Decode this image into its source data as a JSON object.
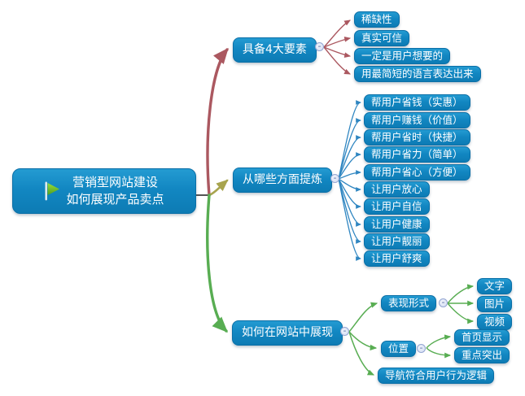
{
  "root": {
    "line1": "营销型网站建设",
    "line2": "如何展现产品卖点"
  },
  "b1": {
    "label": "具备4大要素",
    "leaves": [
      "稀缺性",
      "真实可信",
      "一定是用户想要的",
      "用最简短的语言表达出来"
    ]
  },
  "b2": {
    "label": "从哪些方面提炼",
    "leaves": [
      "帮用户省钱（实惠）",
      "帮用户赚钱（价值）",
      "帮用户省时（快捷）",
      "帮用户省力（简单）",
      "帮用户省心（方便）",
      "让用户放心",
      "让用户自信",
      "让用户健康",
      "让用户靓丽",
      "让用户舒爽"
    ]
  },
  "b3": {
    "label": "如何在网站中展现",
    "sub1": {
      "label": "表现形式",
      "leaves": [
        "文字",
        "图片",
        "视频"
      ]
    },
    "sub2": {
      "label": "位置",
      "leaves": [
        "首页显示",
        "重点突出"
      ]
    },
    "sub3": {
      "label": "导航符合用户行为逻辑"
    }
  },
  "collapse_symbol": "-",
  "colors": {
    "node_blue": "#1287c2",
    "branch1_line": "#ab5860",
    "branch2_line": "#a8a44e",
    "branch3_line": "#58ad52",
    "subtopic_line_blue": "#2f86c1",
    "root_connector": "#1a1a1a",
    "flag_green": "#6abf2e"
  }
}
